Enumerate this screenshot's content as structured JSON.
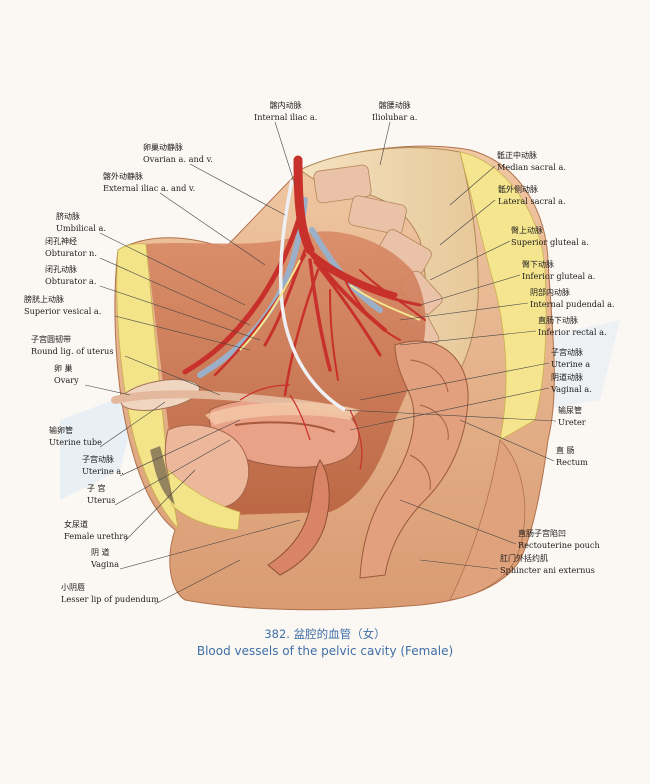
{
  "labels": {
    "internal_iliac": {
      "zh": "髂内动脉",
      "en": "Internal iliac a."
    },
    "iliolumbar": {
      "zh": "髂腰动脉",
      "en": "Iliolubar a."
    },
    "ovarian": {
      "zh": "卵巢动静脉",
      "en": "Ovarian a. and v."
    },
    "external_iliac": {
      "zh": "髂外动静脉",
      "en": "External iliac a. and v."
    },
    "umbilical": {
      "zh": "脐动脉",
      "en": "Umbilical a."
    },
    "obturator_n": {
      "zh": "闭孔神经",
      "en": "Obturator n."
    },
    "obturator_a": {
      "zh": "闭孔动脉",
      "en": "Obturator a."
    },
    "superior_vesical": {
      "zh": "膀胱上动脉",
      "en": "Superior vesical a."
    },
    "round_lig": {
      "zh": "子宫圆韧带",
      "en": "Round lig. of uterus"
    },
    "ovary": {
      "zh": "卵 巢",
      "en": "Ovary"
    },
    "uterine_tube": {
      "zh": "输卵管",
      "en": "Uterine tube"
    },
    "uterine_a_left": {
      "zh": "子宫动脉",
      "en": "Uterine a."
    },
    "uterus": {
      "zh": "子 宫",
      "en": "Uterus"
    },
    "female_urethra": {
      "zh": "女尿道",
      "en": "Female urethra"
    },
    "vagina": {
      "zh": "阴 道",
      "en": "Vagina"
    },
    "lesser_lip": {
      "zh": "小阴唇",
      "en": "Lesser lip of pudendum"
    },
    "median_sacral": {
      "zh": "骶正中动脉",
      "en": "Median sacral a."
    },
    "lateral_sacral": {
      "zh": "骶外侧动脉",
      "en": "Lateral sacral a."
    },
    "superior_gluteal": {
      "zh": "臀上动脉",
      "en": "Superior gluteal a."
    },
    "inferior_gluteal": {
      "zh": "臀下动脉",
      "en": "Inferior gluteal a."
    },
    "internal_pudendal": {
      "zh": "阴部内动脉",
      "en": "Internal pudendal a."
    },
    "inferior_rectal": {
      "zh": "直肠下动脉",
      "en": "Inferior rectal a."
    },
    "uterine_a_right": {
      "zh": "子宫动脉",
      "en": "Uterine a"
    },
    "vaginal": {
      "zh": "阴道动脉",
      "en": "Vaginal a."
    },
    "ureter": {
      "zh": "输尿管",
      "en": "Ureter"
    },
    "rectum": {
      "zh": "直 肠",
      "en": "Rectum"
    },
    "rectouterine": {
      "zh": "直肠子宫陷凹",
      "en": "Rectouterine pouch"
    },
    "sphincter": {
      "zh": "肛门外括约肌",
      "en": "Sphincter ani externus"
    }
  },
  "caption": {
    "line1": "382. 盆腔的血管（女）",
    "line2": "Blood vessels of the pelvic cavity (Female)"
  },
  "colors": {
    "artery": "#c8312b",
    "vein": "#8fa7c4",
    "skin": "#e8b894",
    "bone": "#f0d9a4",
    "fat": "#f2e27a",
    "caption": "#3f6fa6"
  }
}
